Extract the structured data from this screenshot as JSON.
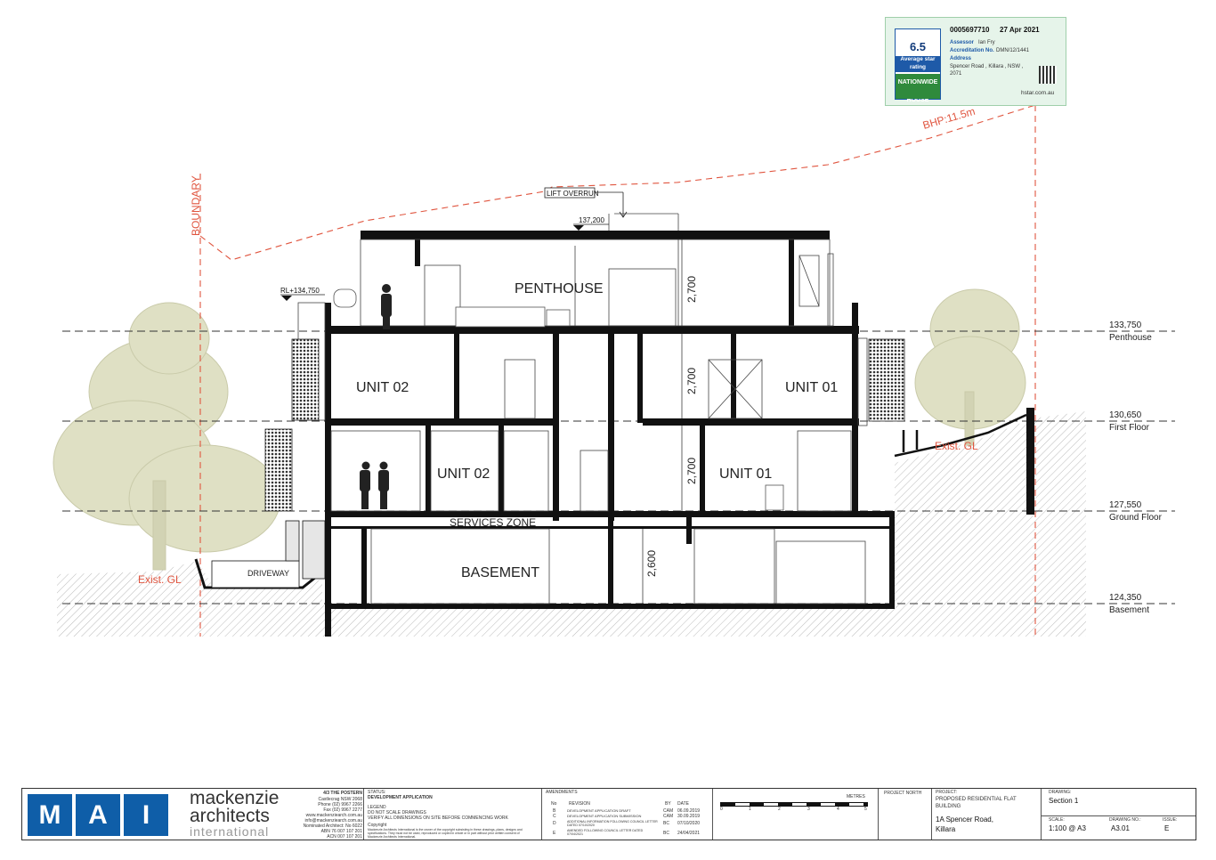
{
  "certificate": {
    "id": "0005697710",
    "date": "27 Apr 2021",
    "rating": "6.5",
    "rating_label": "Average star rating",
    "scheme": "NATIONWIDE HOUSE",
    "assessor_label": "Assessor",
    "assessor": "Ian Fry",
    "accreditation_label": "Accreditation No.",
    "accreditation": "DMN/12/1441",
    "address_label": "Address",
    "address_line1": "Spencer Road , Killara , NSW ,",
    "address_line2": "2071",
    "website": "hstar.com.au"
  },
  "drawing": {
    "bhp_label": "BHP:11.5m",
    "boundary_label": "BOUNDARY",
    "lift_overrun": "LIFT OVERRUN",
    "roof_rl": "137,200",
    "terrace_rl": "RL+134,750",
    "rooms": {
      "penthouse": "PENTHOUSE",
      "unit02_first": "UNIT 02",
      "unit01_first": "UNIT 01",
      "unit02_ground": "UNIT 02",
      "unit01_ground": "UNIT 01",
      "services_zone": "SERVICES ZONE",
      "basement": "BASEMENT",
      "driveway": "DRIVEWAY"
    },
    "heights": {
      "penthouse": "2,700",
      "first": "2,700",
      "ground": "2,700",
      "basement": "2,600"
    },
    "exist_gl_left": "Exist. GL",
    "exist_gl_right": "Exist. GL",
    "levels": [
      {
        "rl": "133,750",
        "name": "Penthouse"
      },
      {
        "rl": "130,650",
        "name": "First Floor"
      },
      {
        "rl": "127,550",
        "name": "Ground Floor"
      },
      {
        "rl": "124,350",
        "name": "Basement"
      }
    ]
  },
  "titleblock": {
    "logo_letters": [
      "M",
      "A",
      "I"
    ],
    "firm_line1": "mackenzie",
    "firm_line2": "architects",
    "firm_line3": "international",
    "address_title": "4/3 THE POSTERN",
    "address_lines": [
      "Castlecrag NSW 2068",
      "Phone (02) 9967 2266",
      "Fax (02) 9967 2277",
      "www.mackenziearch.com.au",
      "info@mackenziearch.com.au",
      "Nominated Architect: No 6022",
      "ABN 76 007 107 201",
      "ACN 007 107 201"
    ],
    "status_label": "STATUS:",
    "status": "DEVELOPMENT APPLICATION",
    "legend_label": "LEGEND",
    "legend_lines": [
      "DO NOT SCALE DRAWINGS",
      "VERIFY ALL DIMENSIONS ON SITE BEFORE COMMENCING WORK"
    ],
    "copyright_label": "Copyright",
    "copyright_lines": [
      "Mackenzie Architects International is the owner of the copyright subsisting in these drawings, plans, designs and",
      "specifications. They must not be used, reproduced or copied in whole or in part without prior written consent of",
      "Mackenzie Architects International."
    ],
    "amendments_label": "AMENDMENTS",
    "amend_headers": [
      "No",
      "REVISION",
      "BY",
      "DATE"
    ],
    "amendments": [
      {
        "no": "B",
        "revision": "DEVELOPMENT APPLICATION DRAFT",
        "by": "CAM",
        "date": "06.09.2019"
      },
      {
        "no": "C",
        "revision": "DEVELOPMENT APPLICATION SUBMISSION",
        "by": "CAM",
        "date": "30.09.2019"
      },
      {
        "no": "D",
        "revision": "ADDITIONAL INFORMATION FOLLOWING COUNCIL LETTER DATED 07/10/2020",
        "by": "BC",
        "date": "07/10/2020"
      },
      {
        "no": "E",
        "revision": "AMENDED FOLLOWING COUNCIL LETTER DATED 07/04/2021",
        "by": "BC",
        "date": "24/04/2021"
      }
    ],
    "scale_bar_label": "METRES",
    "scale_ticks": [
      "0",
      "1",
      "2",
      "3",
      "4",
      "5"
    ],
    "project_north": "PROJECT NORTH",
    "project_label": "PROJECT:",
    "project": "PROPOSED RESIDENTIAL FLAT BUILDING",
    "site_line1": "1A Spencer Road,",
    "site_line2": "Killara",
    "drawing_label": "DRAWING:",
    "drawing": "Section 1",
    "scale_label": "SCALE:",
    "scale": "1:100 @ A3",
    "drawing_no_label": "DRAWING NO.:",
    "drawing_no": "A3.01",
    "issue_label": "ISSUE:",
    "issue": "E"
  }
}
